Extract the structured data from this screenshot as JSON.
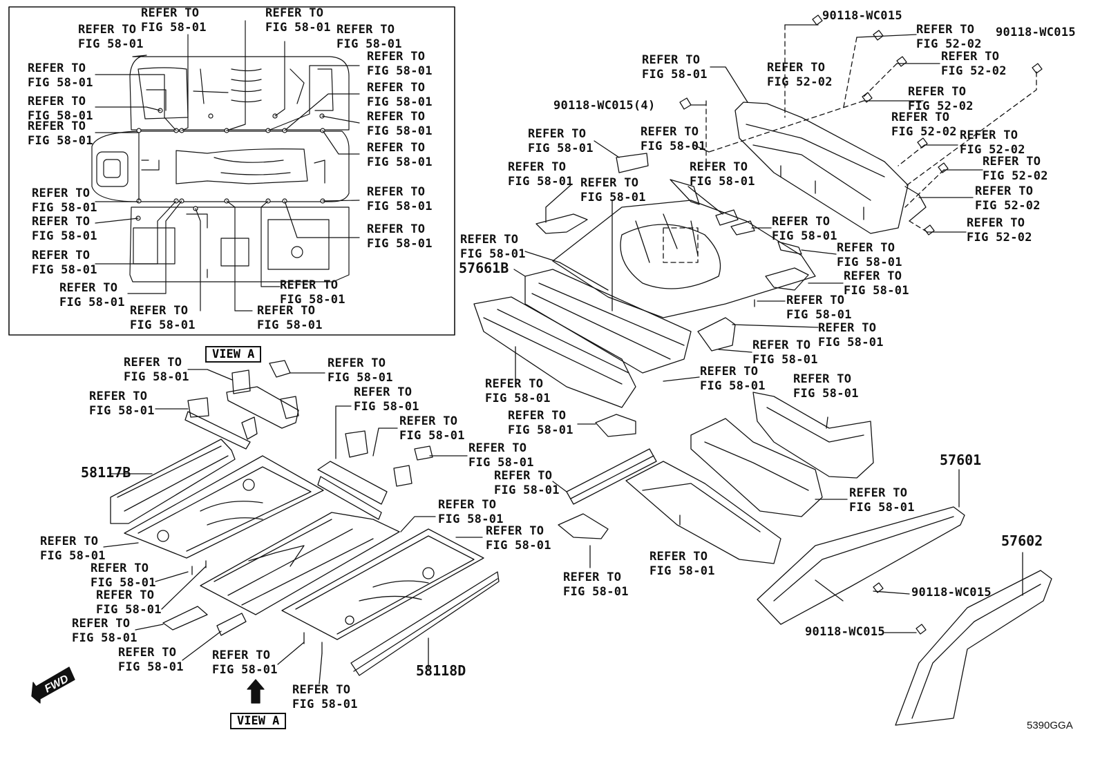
{
  "colors": {
    "ink": "#111111",
    "paper": "#ffffff"
  },
  "refer_58": "REFER TO\nFIG 58-01",
  "refer_52": "REFER TO\nFIG 52-02",
  "parts": {
    "p58117B": "58117B",
    "p58118D": "58118D",
    "p57661B": "57661B",
    "p57601": "57601",
    "p57602": "57602",
    "bolt": "90118-WC015",
    "bolt4": "90118-WC015(4)"
  },
  "view_a": "VIEW A",
  "fwd": "FWD",
  "arrow_icon": "fwd-arrow-icon",
  "illustration_code": "5390GGA"
}
